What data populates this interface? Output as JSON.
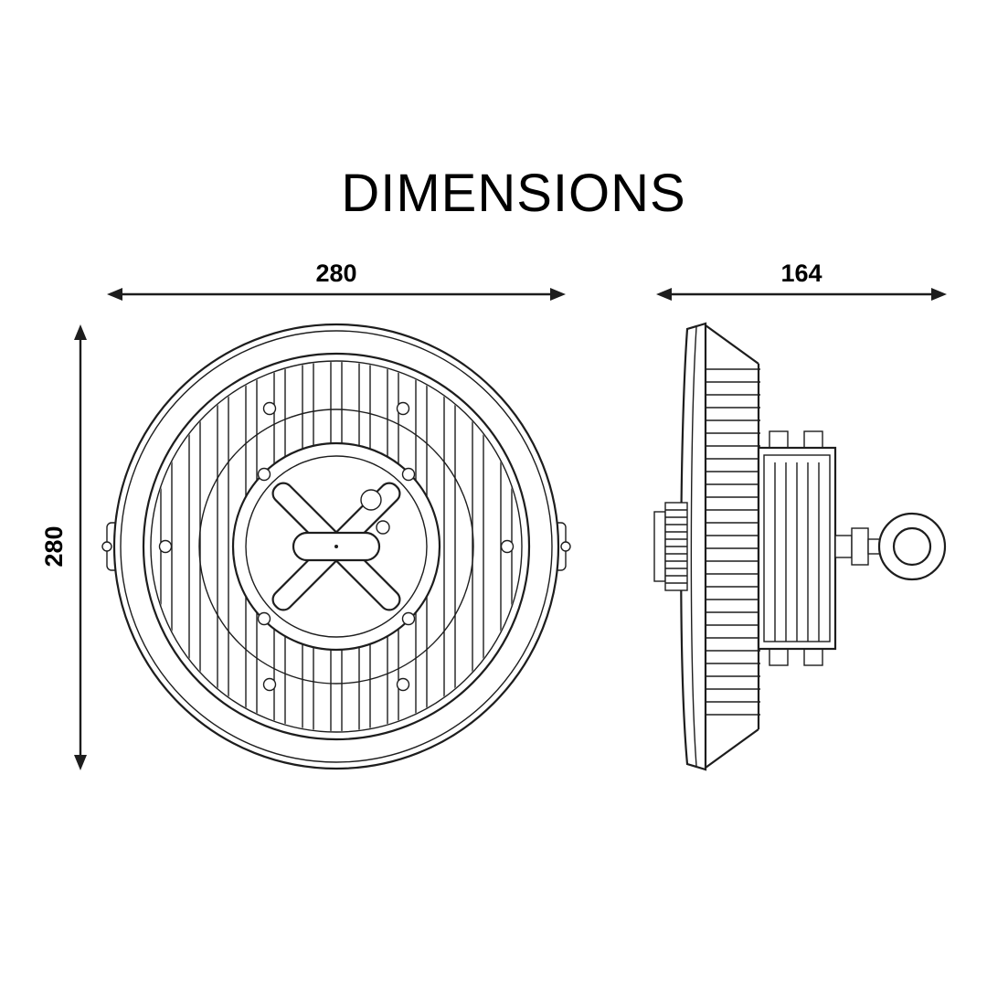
{
  "title": "DIMENSIONS",
  "annotations": {
    "top_width": "280",
    "top_height": "280",
    "side_width": "164"
  },
  "colors": {
    "background": "#ffffff",
    "line": "#1d1d1d",
    "text": "#000000"
  },
  "drawing": {
    "top_view_icon": "ufo-highbay-top-view",
    "side_view_icon": "ufo-highbay-side-view",
    "arrow_icon": "double-headed-dimension-arrow"
  }
}
